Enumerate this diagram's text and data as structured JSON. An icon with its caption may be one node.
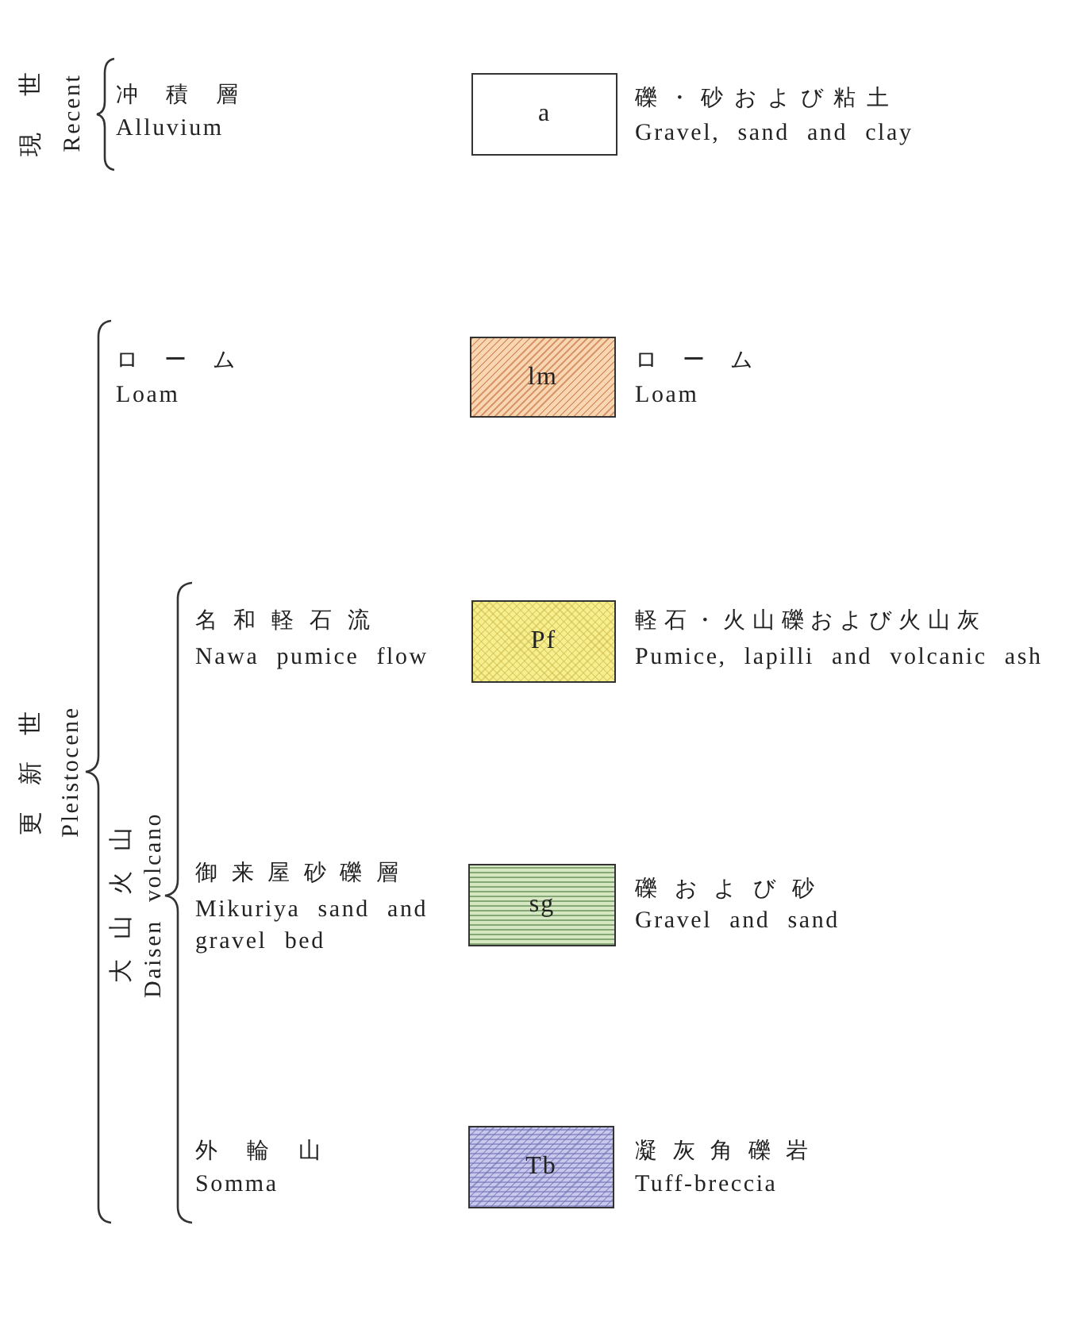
{
  "diagram": {
    "nodes": [
      {
        "text": [
          "a"
        ],
        "beside": [
          "冲積層",
          "Alluvium",
          "礫・砂および粘土",
          "Gravel, sand and clay"
        ]
      },
      {
        "text": [
          "lm"
        ],
        "beside": [
          "ローム",
          "Loam",
          "ローム",
          "Loam"
        ]
      },
      {
        "text": [
          "Pf"
        ],
        "beside": [
          "名和軽石流",
          "Nawa pumice flow",
          "軽石・火山礫および火山灰",
          "Pumice, lapilli and volcanic ash"
        ]
      },
      {
        "text": [
          "sg"
        ],
        "beside": [
          "御来屋砂礫層",
          "Mikuriya sand and gravel bed",
          "礫および砂",
          "Gravel and sand"
        ]
      },
      {
        "text": [
          "Tb"
        ],
        "beside": [
          "外輪山",
          "Somma",
          "凝灰角礫岩",
          "Tuff-breccia"
        ]
      }
    ],
    "labels": [
      "現世",
      "Recent",
      "更新世",
      "Pleistocene",
      "大山火山",
      "Daisen volcano"
    ]
  }
}
